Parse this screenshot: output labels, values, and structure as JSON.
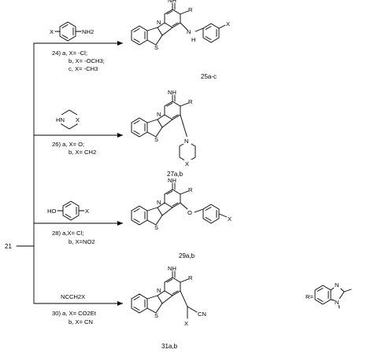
{
  "start_compound": "21",
  "routes": [
    {
      "conditions": [
        "24) a, X= -Cl;",
        "b, X= -OCH3;",
        "c, X= -CH3"
      ],
      "product_label": "25a-c",
      "reagent_atoms": {
        "sub": "X",
        "group": "NH2"
      },
      "product_atoms": {
        "imine": "NH",
        "r": "R",
        "link": "N",
        "link_h": "H",
        "sub": "X"
      }
    },
    {
      "conditions": [
        "26) a, X= O;",
        "b, X= CH2"
      ],
      "product_label": "27a,b",
      "reagent_atoms": {
        "nh": "HN",
        "x": "X"
      },
      "product_atoms": {
        "imine": "NH",
        "r": "R",
        "n": "N",
        "x": "X"
      }
    },
    {
      "conditions": [
        "28) a,X= Cl;",
        "b, X=NO2"
      ],
      "product_label": "29a,b",
      "reagent_atoms": {
        "oh": "HO",
        "x": "X"
      },
      "product_atoms": {
        "imine": "NH",
        "r": "R",
        "o": "O",
        "x": "X"
      }
    },
    {
      "conditions": [
        "30) a, X= CO2Et",
        "b, X= CN"
      ],
      "product_label": "31a,b",
      "reagent": "NCCH2X",
      "product_atoms": {
        "imine": "NH",
        "r": "R",
        "cn": "CN",
        "x": "X"
      }
    }
  ],
  "ring_atoms": {
    "n": "N",
    "s": "S"
  },
  "r_group": {
    "label": "R=",
    "n": "N"
  }
}
